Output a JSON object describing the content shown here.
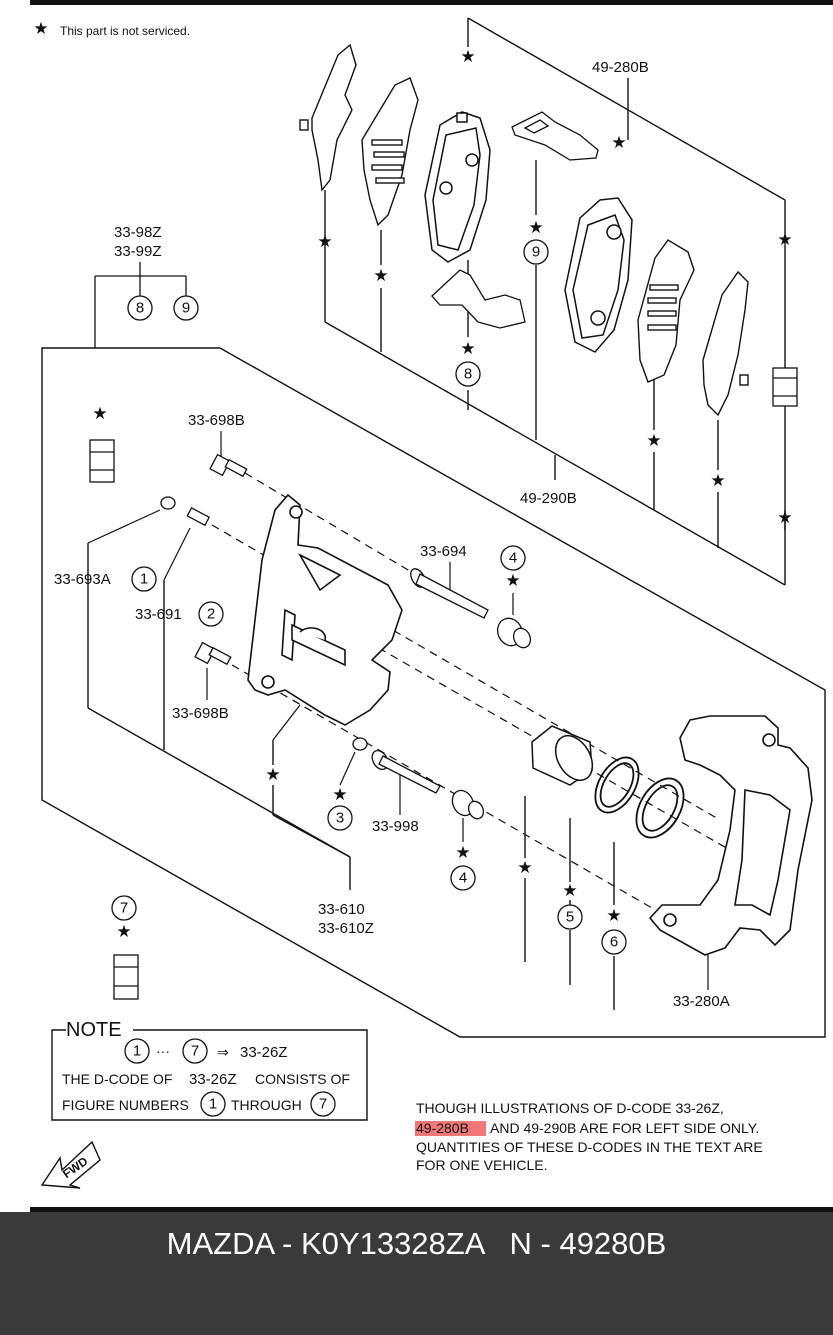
{
  "legend": {
    "star_symbol": "★",
    "not_serviced": "This part is not serviced."
  },
  "labels": {
    "p49_280B_top": "49-280B",
    "p33_98Z": "33-98Z",
    "p33_99Z": "33-99Z",
    "p33_698B_top": "33-698B",
    "p33_693A": "33-693A",
    "p33_691": "33-691",
    "p33_698B_bottom": "33-698B",
    "p33_694": "33-694",
    "p49_290B": "49-290B",
    "p33_998": "33-998",
    "p33_610": "33-610",
    "p33_610Z": "33-610Z",
    "p33_280A": "33-280A"
  },
  "callouts": {
    "c1": "1",
    "c2": "2",
    "c3": "3",
    "c4a": "4",
    "c4b": "4",
    "c5": "5",
    "c6": "6",
    "c7": "7",
    "c8a": "8",
    "c8b": "8",
    "c9a": "9",
    "c9b": "9"
  },
  "note": {
    "title": "NOTE",
    "range_start": "1",
    "range_dots": "···",
    "range_end": "7",
    "arrow": "⇒",
    "code": "33-26Z",
    "line2_a": "THE D-CODE OF",
    "line2_code": "33-26Z",
    "line2_b": "CONSISTS OF",
    "line3_a": "FIGURE NUMBERS",
    "line3_n1": "1",
    "line3_through": "THROUGH",
    "line3_n2": "7"
  },
  "fwd": "FWD",
  "disclaimer": {
    "line1": "THOUGH ILLUSTRATIONS OF D-CODE 33-26Z,",
    "highlight": "49-280B",
    "line2_rest": "AND 49-290B ARE FOR LEFT SIDE ONLY.",
    "line3": "QUANTITIES OF THESE D-CODES IN THE TEXT ARE",
    "line4": "FOR ONE VEHICLE.",
    "highlight_color": "#f07878"
  },
  "footer": {
    "title": "MAZDA - K0Y13328ZA   N - 49280B",
    "background": "#3a3a3a"
  }
}
